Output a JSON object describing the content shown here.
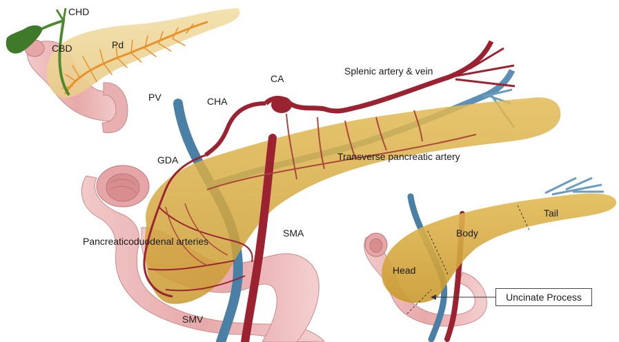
{
  "labels": {
    "chd": "CHD",
    "cbd": "CBD",
    "pd": "Pd",
    "pv": "PV",
    "cha": "CHA",
    "ca": "CA",
    "splenic": "Splenic artery & vein",
    "gda": "GDA",
    "transverse": "Transverse pancreatic artery",
    "pancreaticoduodenal": "Pancreaticoduodenal arteries",
    "sma": "SMA",
    "smv": "SMV",
    "head": "Head",
    "body": "Body",
    "tail": "Tail",
    "uncinate": "Uncinate Process"
  },
  "colors": {
    "pancreas": "#d4a93c",
    "duodenum": "#e8b4b4",
    "artery": "#9b2230",
    "vein": "#4a7fa6",
    "duct": "#e8902a",
    "gallbladder": "#3f7a2a"
  }
}
